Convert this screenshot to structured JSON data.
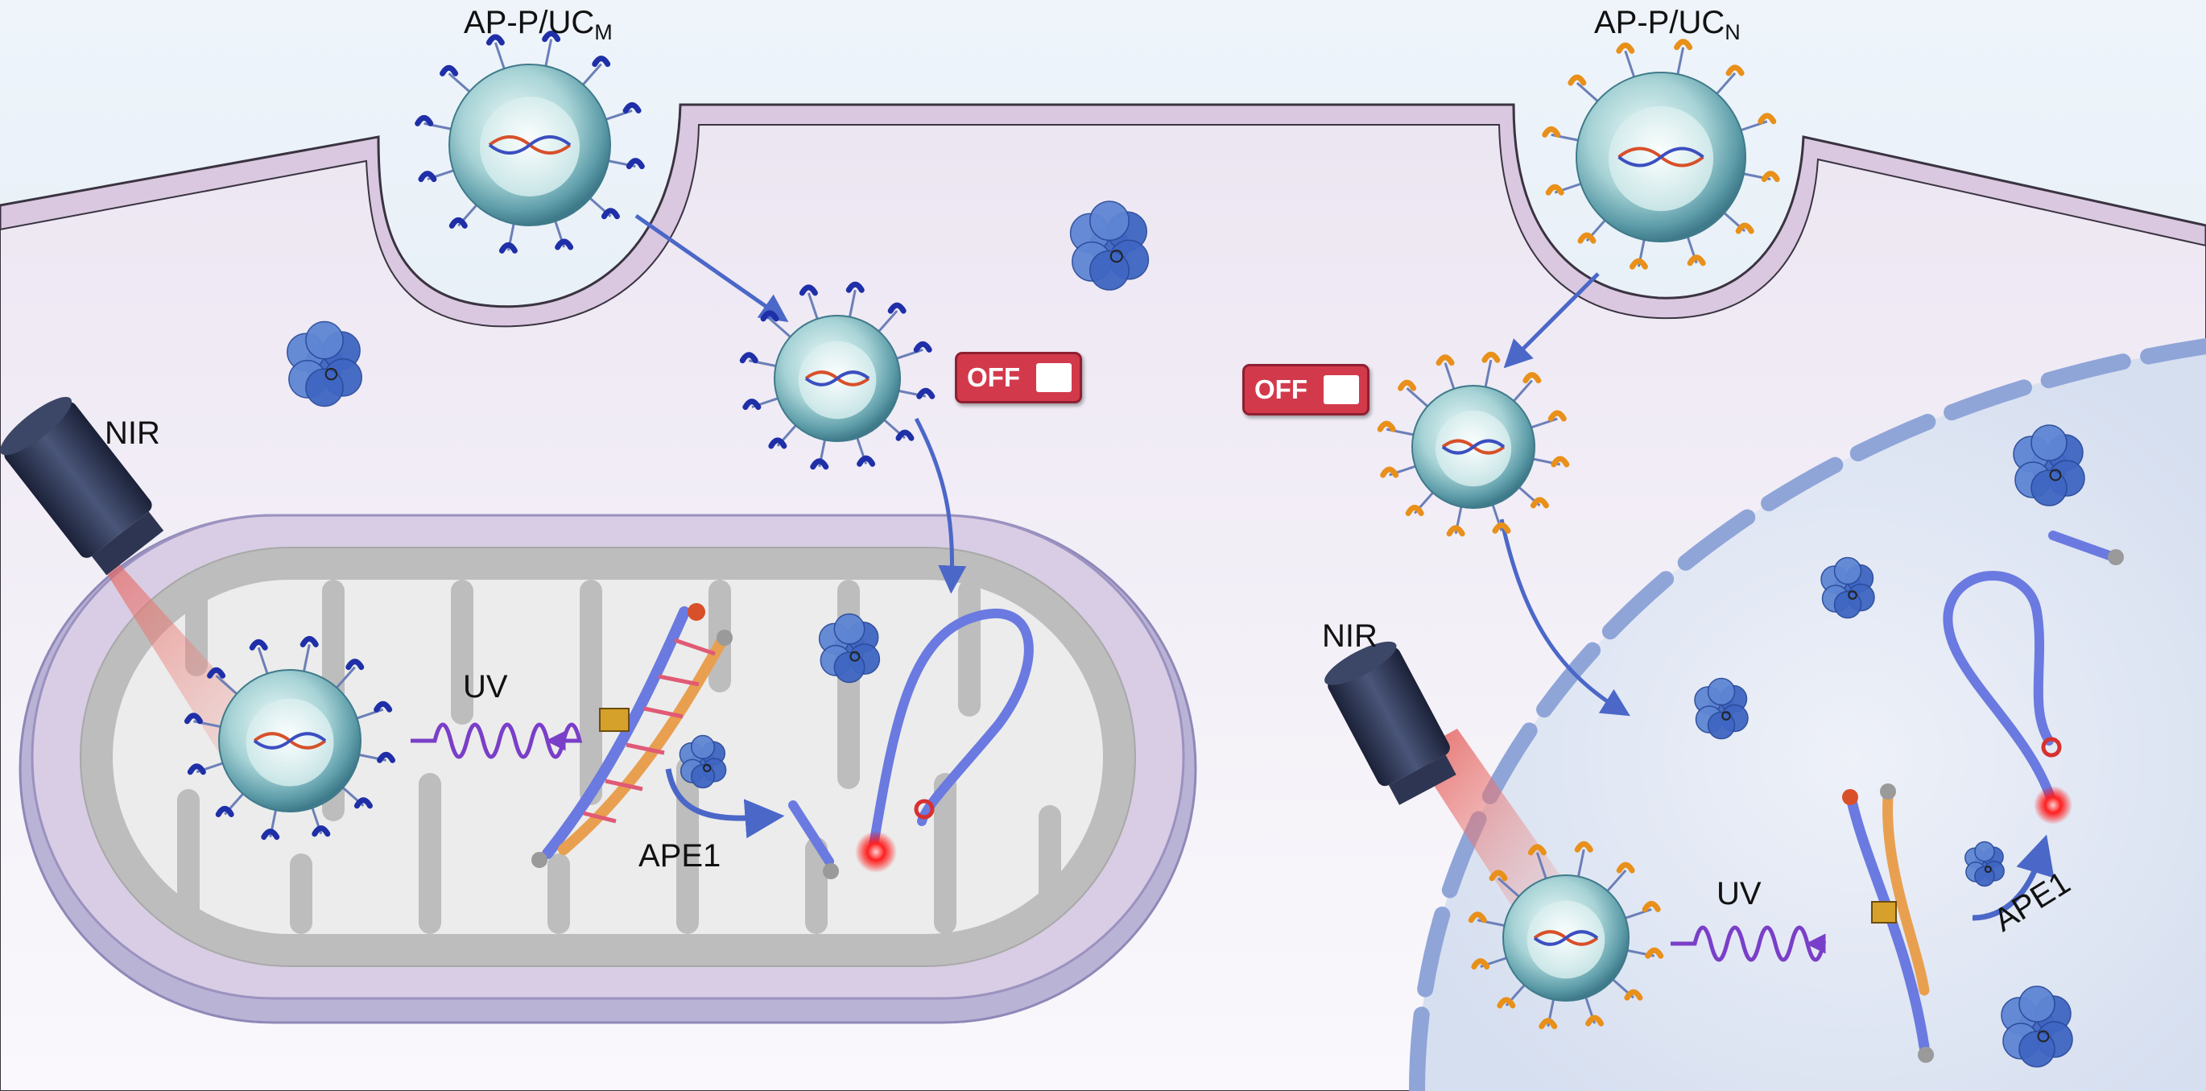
{
  "labels": {
    "particle_m": "AP-P/UC",
    "particle_m_sub": "M",
    "particle_n": "AP-P/UC",
    "particle_n_sub": "N",
    "nir_left": "NIR",
    "nir_right": "NIR",
    "uv_left": "UV",
    "uv_right": "UV",
    "ape1_left": "APE1",
    "ape1_right": "APE1",
    "off_left": "OFF",
    "off_right": "OFF"
  },
  "colors": {
    "background_top": "#e4eef7",
    "cytoplasm": "#f3eff7",
    "membrane": "#cdb8d8",
    "mitochondria_outer": "#b9b0d3",
    "mitochondria_matrix": "#e7e7e7",
    "nucleus": "#e2e7f3",
    "nuclear_envelope": "#8fa5d8",
    "arrow": "#4b67c8",
    "uv_wave": "#7a3fc8",
    "off_switch": "#d23a4c",
    "ligand_m": "#1f2fa8",
    "ligand_n": "#e8901a"
  },
  "icons": [
    "nir-laser-icon",
    "upconversion-nanoparticle-icon",
    "ape1-protein-icon",
    "dna-probe-icon",
    "off-switch-icon",
    "uv-wave-icon"
  ]
}
